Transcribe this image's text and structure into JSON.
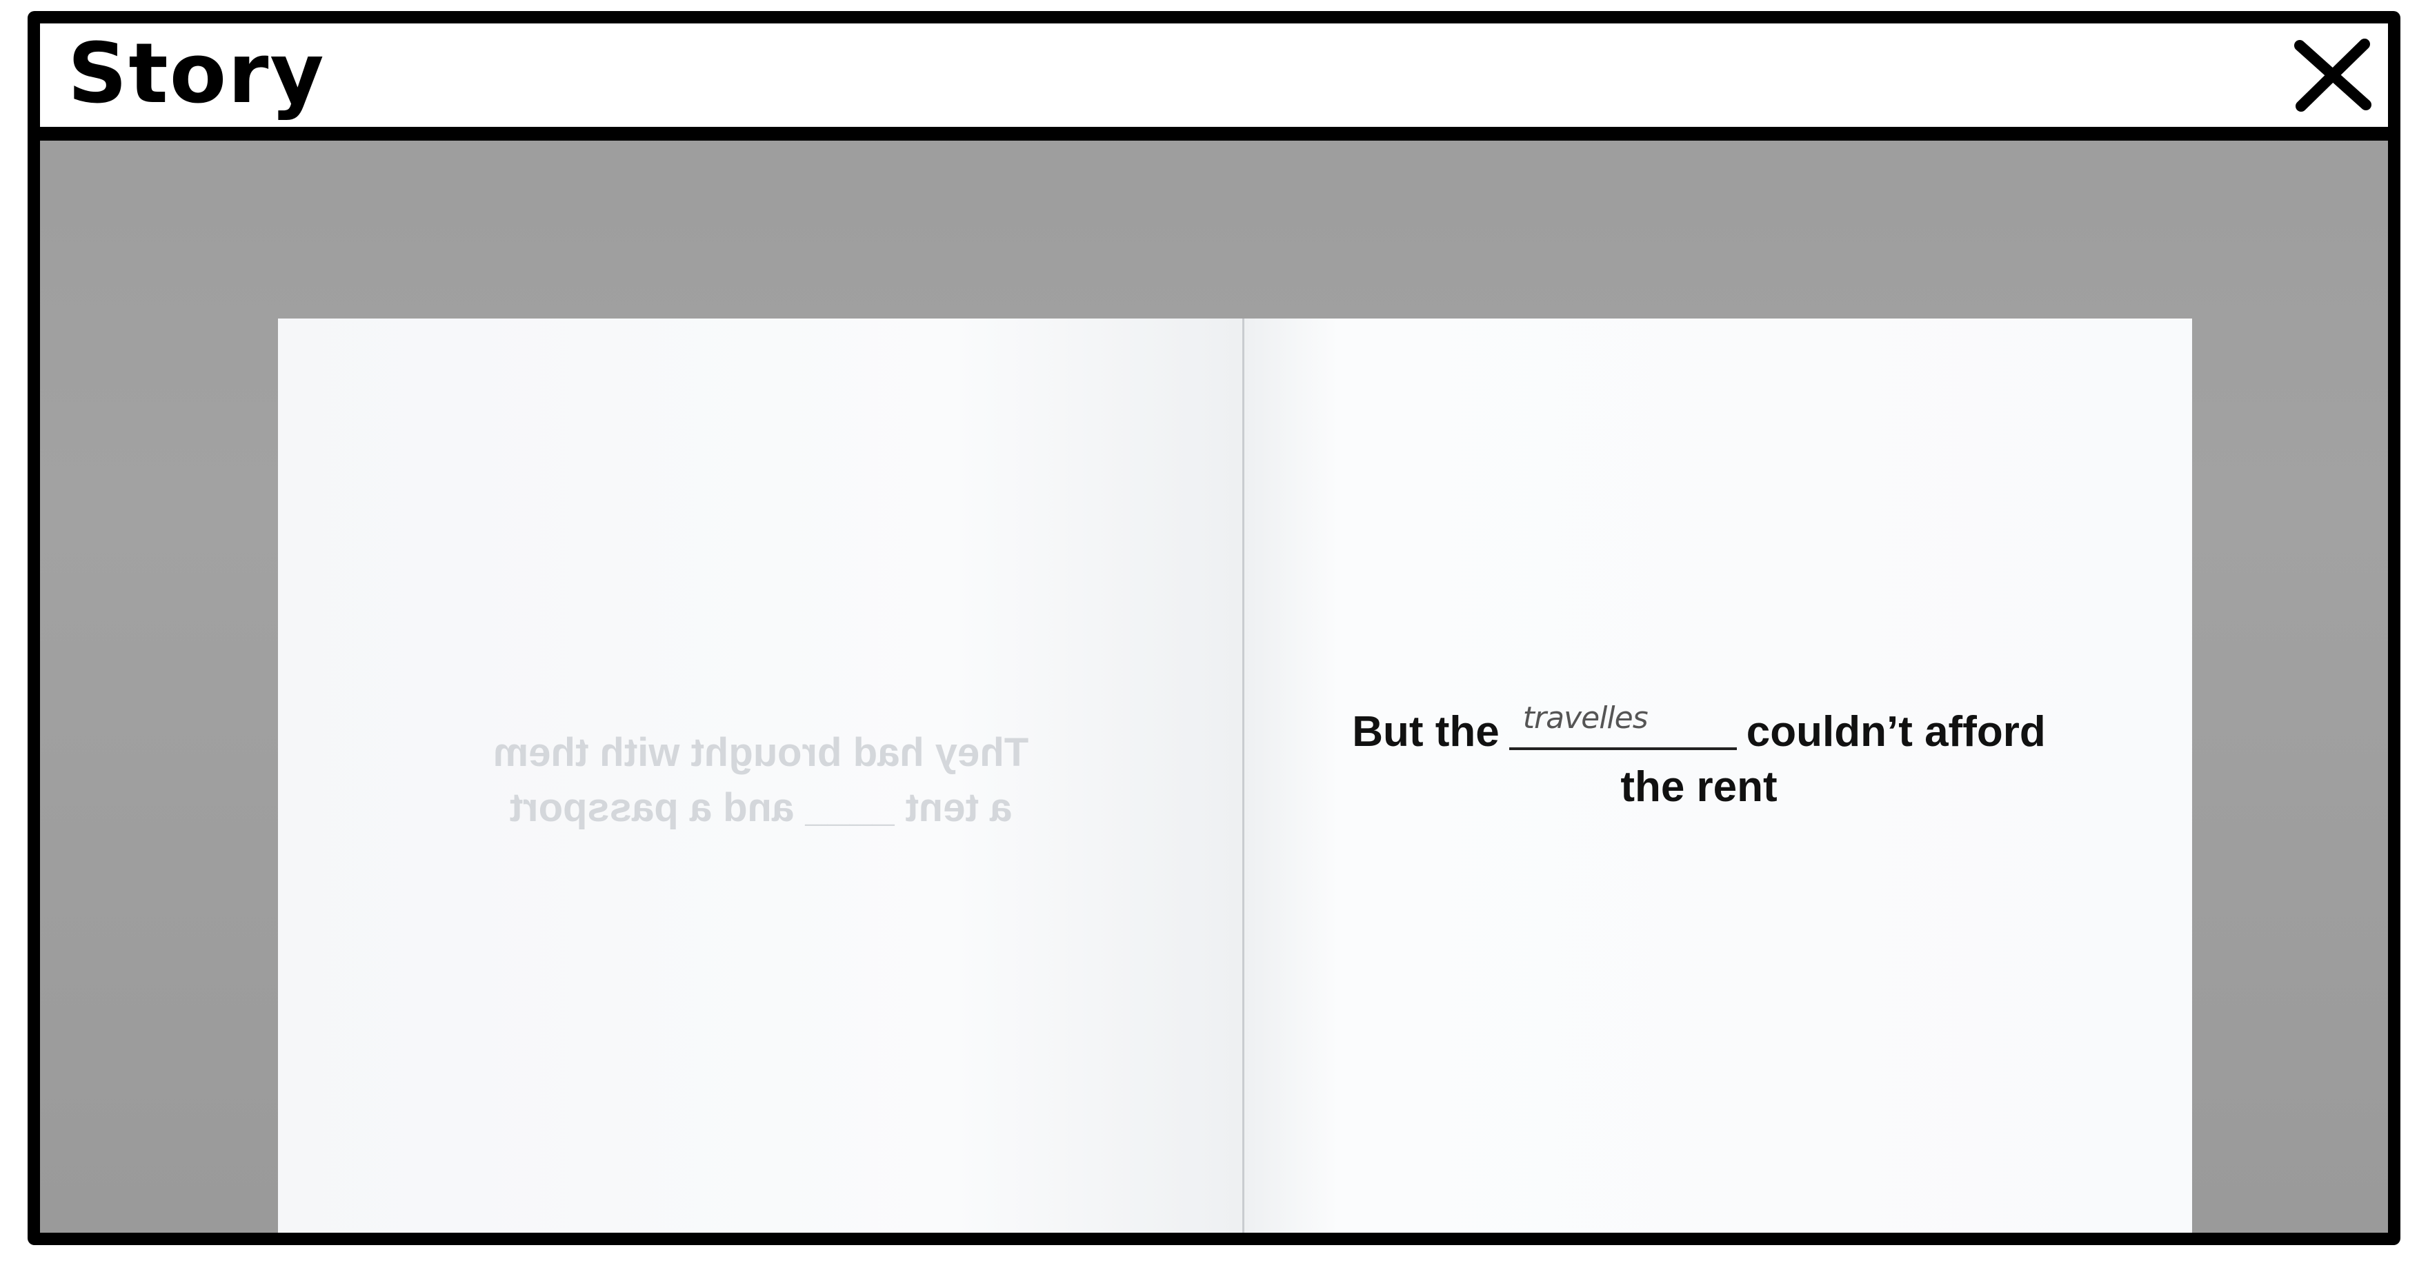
{
  "window": {
    "title": "Story",
    "close_icon": "close-x-icon"
  },
  "book": {
    "left_page": {
      "ghost_text_line1": "They had brought with them",
      "ghost_text_line2": "a tent ____ and a passport"
    },
    "right_page": {
      "sentence_before": "But the",
      "handwritten_answer": "travelles",
      "sentence_after": "couldn’t afford",
      "sentence_line2": "the rent"
    }
  }
}
